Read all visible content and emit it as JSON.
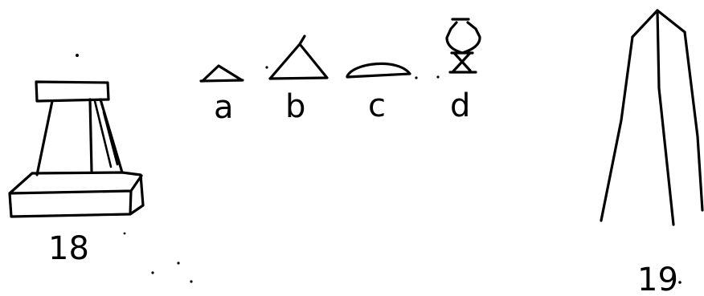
{
  "figures": {
    "fig18": {
      "number": "18"
    },
    "fig19": {
      "number": "19"
    }
  },
  "signs": {
    "a": {
      "letter": "a"
    },
    "b": {
      "letter": "b"
    },
    "c": {
      "letter": "c"
    },
    "d": {
      "letter": "d"
    }
  }
}
